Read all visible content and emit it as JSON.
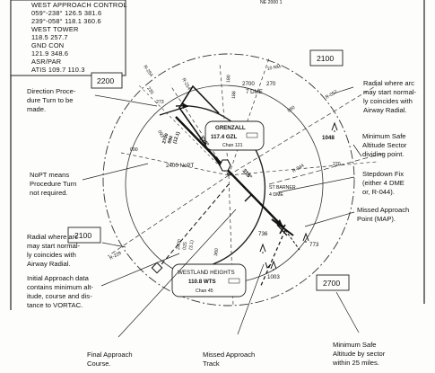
{
  "frequencies": {
    "lines": [
      "WEST APPROACH CONTROL",
      "059°-238° 126.5 381.6",
      "239°-058° 118.1 360.6",
      "WEST TOWER",
      "118.5 257.7",
      "GND CON",
      "121.9 348.6",
      "ASR/PAR",
      "ATIS 109.7 110.3"
    ]
  },
  "altitude_boxes": {
    "nw": "2200",
    "ne": "2100",
    "w": "2100",
    "se": "2700"
  },
  "navaids": {
    "grenzall": {
      "name": "GRENZALL",
      "freq": "117.4 GZL",
      "chan": "Chan 121"
    },
    "westland": {
      "name": "WESTLAND HEIGHTS",
      "freq": "110.8 WTS",
      "chan": "Chan 45"
    }
  },
  "fix": {
    "name": "ST BARNER",
    "dme": "4 DME"
  },
  "chart_labels": {
    "nopt_altitude": "2400 NoPT",
    "arc_dme": "7 DME",
    "arc_alt": "2700",
    "arc_radial": "270",
    "course_inbound": "138°",
    "course_outbound": "318°",
    "radial_057": "R-057",
    "radial_229": "R-229",
    "radial_044": "R-044",
    "radial_270": "270",
    "radial_090": "090",
    "radial_273": "273",
    "radial_093": "093",
    "radial_360": "360",
    "radial_230": "230",
    "radial_050": "050",
    "radial_180": "180",
    "radial_188": "188",
    "radial_10nm": "10 NM",
    "radial_r214": "R-214",
    "radial_r254": "R-254",
    "iap_alt": "2400",
    "iap_course": "025",
    "iap_dist": "(3.1)",
    "iap_alt2": "2700",
    "iap_course2": "090",
    "iap_dist2": "(12.1)",
    "obstacle_1048": "1048",
    "obstacle_773": "773",
    "obstacle_736": "736",
    "obstacle_1003": "1003"
  },
  "annotations": {
    "direction_pt": [
      "Direction Proce-",
      "dure Turn to be",
      "made."
    ],
    "nopt": [
      "NoPT means",
      "Procedure Turn",
      "not required."
    ],
    "radial_arc_left": [
      "Radial where arc",
      "may start normal-",
      "ly coincides with",
      "Airway Radial."
    ],
    "iap_data": [
      "Initial Approach data",
      "contains minimum alt-",
      "itude, course and dis-",
      "tance to VORTAC."
    ],
    "radial_arc_right": [
      "Radial where arc",
      "may start normal-",
      "ly coincides with",
      "Airway Radial."
    ],
    "msa_divider": [
      "Minimum Safe",
      "Altitude Sector",
      "dividing point."
    ],
    "stepdown": [
      "Stepdown Fix",
      "(either 4 DME",
      "or, R-044)."
    ],
    "map": [
      "Missed Approach",
      "Point (MAP)."
    ],
    "final_course": [
      "Final Approach",
      "Course."
    ],
    "missed_track": [
      "Missed Approach",
      "Track"
    ],
    "msa_sector": [
      "Minimum Safe",
      "Altitude by sector",
      "within 25 miles."
    ]
  },
  "top_text": "NE 2000 1"
}
